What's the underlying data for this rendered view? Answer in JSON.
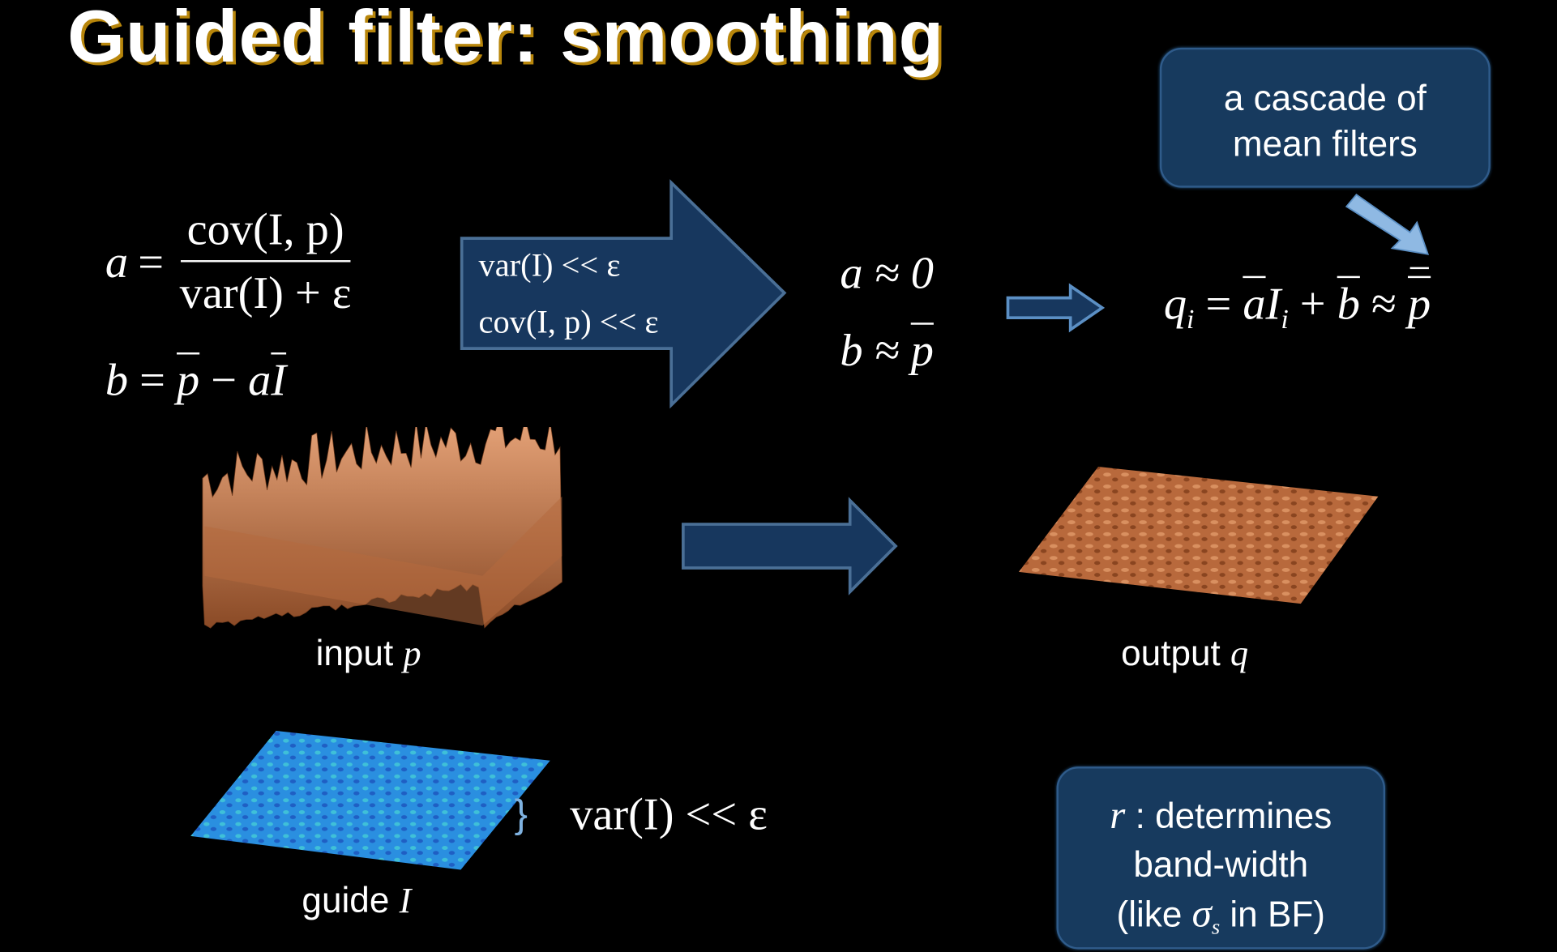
{
  "title": "Guided filter: smoothing",
  "callouts": {
    "mean_filters": {
      "line1": "a cascade of",
      "line2": "mean filters"
    },
    "r_bandwidth": {
      "symbol": "r",
      "line1": " : determines",
      "line2": "band-width",
      "line3_prefix": "(like ",
      "sigma": "σ",
      "sigma_sub": "s",
      "line3_suffix": " in BF)"
    }
  },
  "equations": {
    "a_lhs": "a",
    "eq": "=",
    "a_numerator": "cov(I, p)",
    "a_denominator": "var(I) + ε",
    "b_eq": {
      "b": "b",
      "eq": " = ",
      "p": "p",
      "minus": " − ",
      "a": "a",
      "I": "I"
    }
  },
  "conditions": {
    "cond1": "var(I) << ε",
    "cond2": "cov(I, p) << ε"
  },
  "approximations": {
    "a": "a ≈ 0",
    "b_prefix": "b ≈ ",
    "b_p": "p"
  },
  "q_equation": {
    "q": "q",
    "sub_i": "i",
    "eq": " = ",
    "a": "a",
    "I": "I",
    "plus": " + ",
    "b": "b",
    "approx": " ≈ ",
    "p": "p"
  },
  "labels": {
    "input": {
      "word": "input ",
      "sym": "p"
    },
    "output": {
      "word": "output ",
      "sym": "q"
    },
    "guide": {
      "word": "guide ",
      "sym": "I"
    }
  },
  "variance_note": "var(I) << ε",
  "colors": {
    "background": "#000000",
    "callout_fill": "#173a5e",
    "arrow_fill": "#17375e",
    "arrow_stroke": "#4a6f96",
    "light_arrow": "#8fb9e3",
    "input_surface": "#c98052",
    "output_surface": "#b8693c",
    "guide_surface": "#2a8fe0",
    "title_shadow": "#b8860b"
  }
}
